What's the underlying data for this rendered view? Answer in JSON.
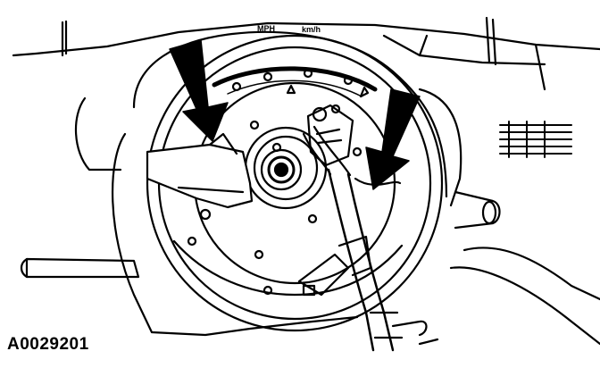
{
  "figure": {
    "id": "A0029201",
    "dash_labels": [
      "MPH",
      "km/h"
    ]
  },
  "colors": {
    "ink": "#000000",
    "paper": "#ffffff"
  },
  "icons": [
    "down-arrow-callout",
    "clock-spring",
    "steering-column-shroud",
    "wiring-harness"
  ]
}
